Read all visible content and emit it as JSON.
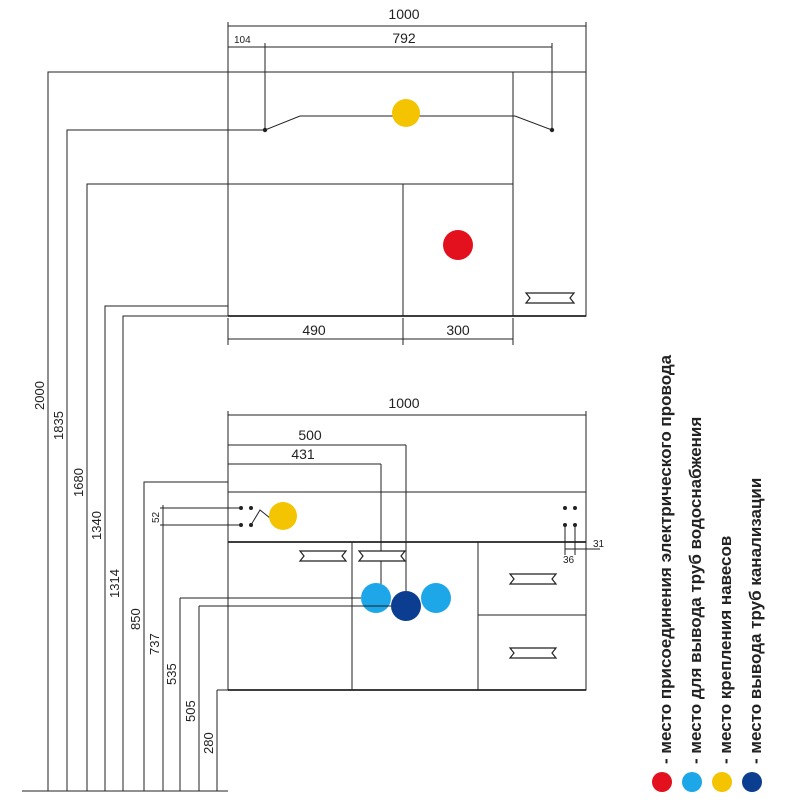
{
  "upper": {
    "width": "1000",
    "offset_left": "104",
    "hinge_span": "792",
    "section_left": "490",
    "section_right": "300"
  },
  "lower": {
    "width": "1000",
    "dim_500": "500",
    "dim_431": "431",
    "dim_52": "52",
    "dim_36": "36",
    "dim_31": "31"
  },
  "heights": [
    "2000",
    "1835",
    "1680",
    "1340",
    "1314",
    "850",
    "737",
    "535",
    "505",
    "280"
  ],
  "legend": {
    "items": [
      {
        "text": "- место присоединения электрического провода",
        "color": "#e3101e"
      },
      {
        "text": "- место для вывода труб водоснабжения",
        "color": "#1ea7e8"
      },
      {
        "text": "- место крепления навесов",
        "color": "#f5c400"
      },
      {
        "text": "- место вывода труб канализации",
        "color": "#0b3d91"
      }
    ]
  },
  "colors": {
    "electric": "#e3101e",
    "water": "#1ea7e8",
    "hanger": "#f5c400",
    "sewer": "#0b3d91"
  }
}
